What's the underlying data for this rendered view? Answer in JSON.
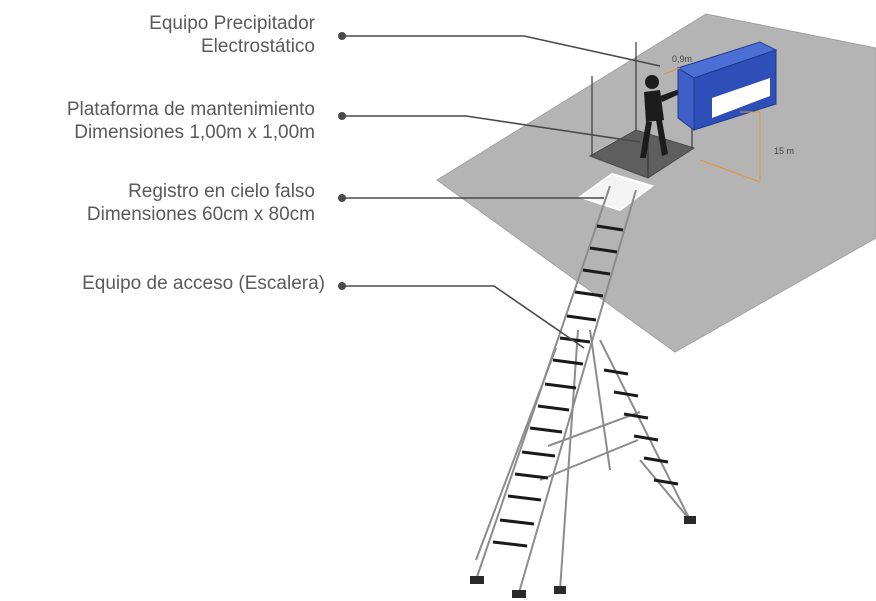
{
  "callouts": [
    {
      "line1": "Equipo Precipitador",
      "line2": "Electrostático"
    },
    {
      "line1": "Plataforma de mantenimiento",
      "line2": "Dimensiones 1,00m x 1,00m"
    },
    {
      "line1": "Registro en cielo falso",
      "line2": "Dimensiones 60cm x 80cm"
    },
    {
      "line1": "Equipo de acceso (Escalera)"
    }
  ],
  "dimensions": {
    "clearance": "0,9m",
    "height": "15 m"
  },
  "colors": {
    "text": "#5a5a5a",
    "ceiling": "#b4b4b4",
    "platform": "#5e5e5e",
    "equipment": "#2f4fb8",
    "dimension_line": "#e8903a",
    "leader_line": "#4a4a4a"
  }
}
